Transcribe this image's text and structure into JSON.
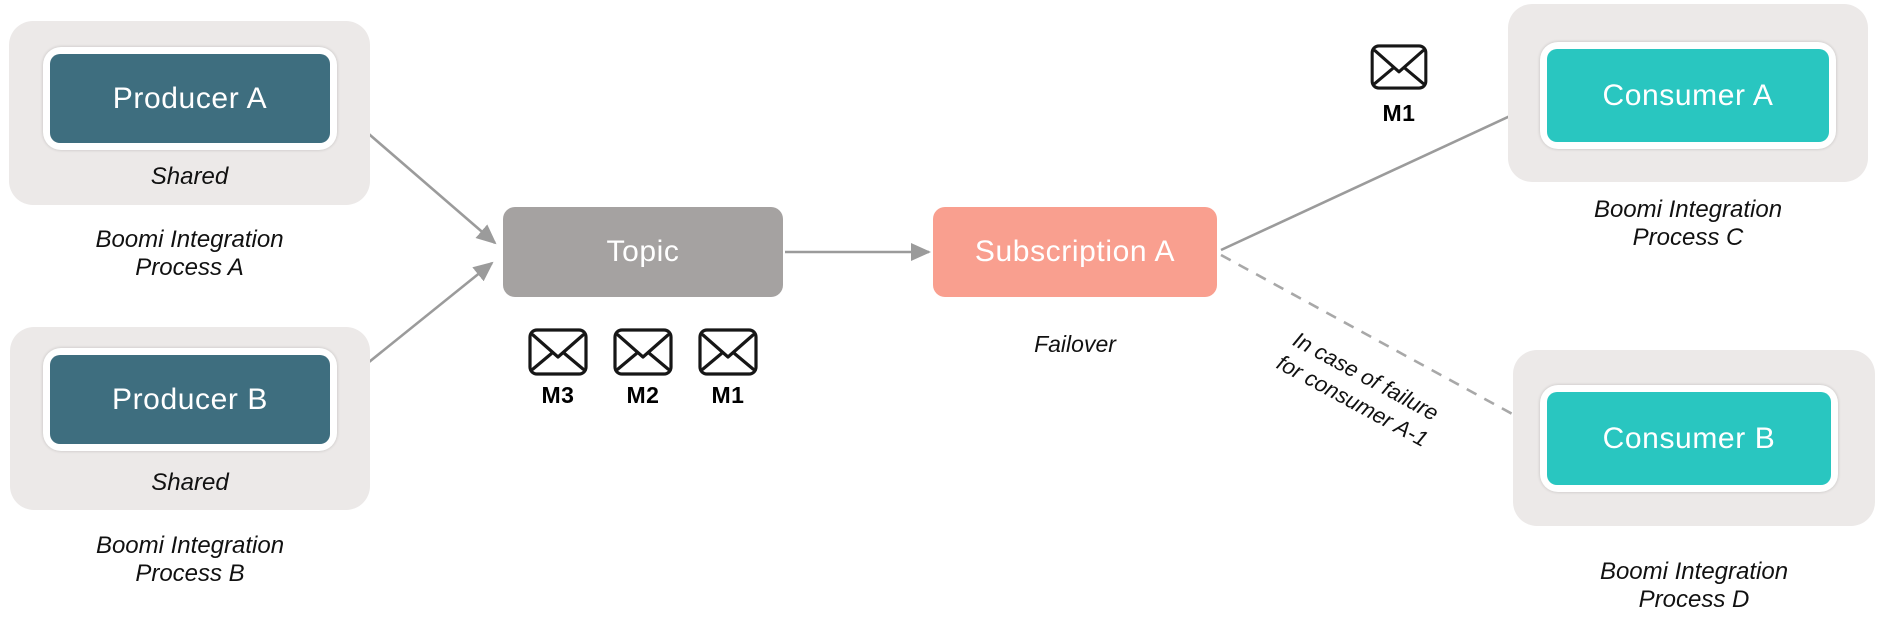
{
  "colors": {
    "producer_box": "#3E6E7F",
    "consumer_box": "#29C6C0",
    "topic_box": "#A5A2A1",
    "subscription_box": "#F99F8F",
    "group_card": "#ECE9E8",
    "arrow": "#9B9B9B",
    "dashed_arrow": "#A8A8A8",
    "box_text": "#FFFFFF",
    "text": "#111111"
  },
  "producer_a": {
    "label": "Producer A",
    "shared": "Shared",
    "caption_line1": "Boomi Integration",
    "caption_line2": "Process A"
  },
  "producer_b": {
    "label": "Producer B",
    "shared": "Shared",
    "caption_line1": "Boomi Integration",
    "caption_line2": "Process B"
  },
  "topic": {
    "label": "Topic"
  },
  "topic_messages": [
    {
      "label": "M3"
    },
    {
      "label": "M2"
    },
    {
      "label": "M1"
    }
  ],
  "subscription_a": {
    "label": "Subscription A",
    "caption": "Failover"
  },
  "delivered_message": {
    "label": "M1"
  },
  "failover_note": {
    "line1": "In case of failure",
    "line2": "for consumer A-1"
  },
  "consumer_a": {
    "label": "Consumer A",
    "caption_line1": "Boomi Integration",
    "caption_line2": "Process C"
  },
  "consumer_b": {
    "label": "Consumer B",
    "caption_line1": "Boomi Integration",
    "caption_line2": "Process D"
  }
}
